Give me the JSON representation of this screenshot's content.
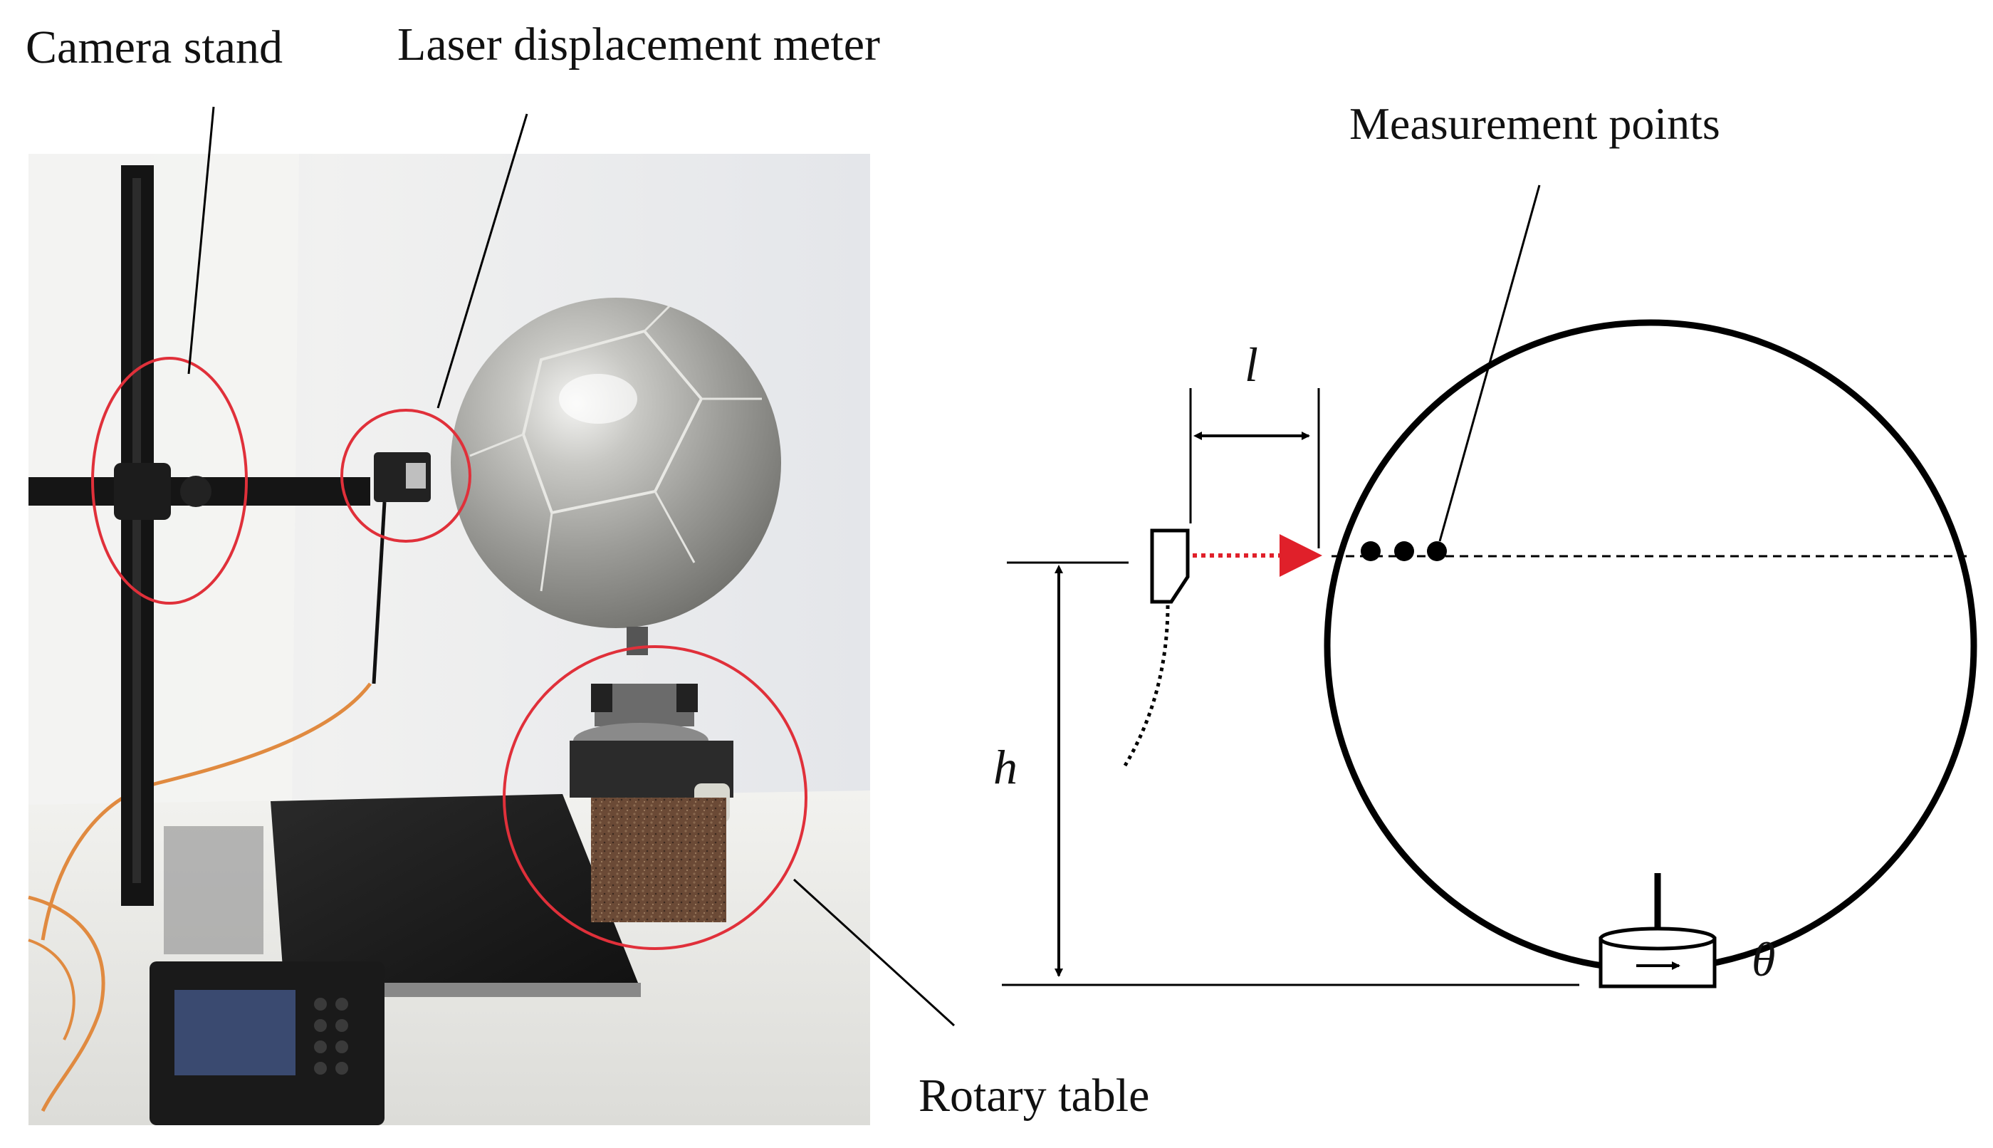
{
  "photo_labels": {
    "camera_stand": "Camera stand",
    "laser_meter": "Laser displacement meter",
    "rotary_table": "Rotary table"
  },
  "diagram_labels": {
    "measurement_points": "Measurement points",
    "distance_var": "l",
    "height_var": "h",
    "angle_var": "θ"
  },
  "colors": {
    "highlight_circle": "#e0303a",
    "laser_beam": "#e0202a",
    "line": "#000000"
  },
  "measurement_point_count": 3
}
